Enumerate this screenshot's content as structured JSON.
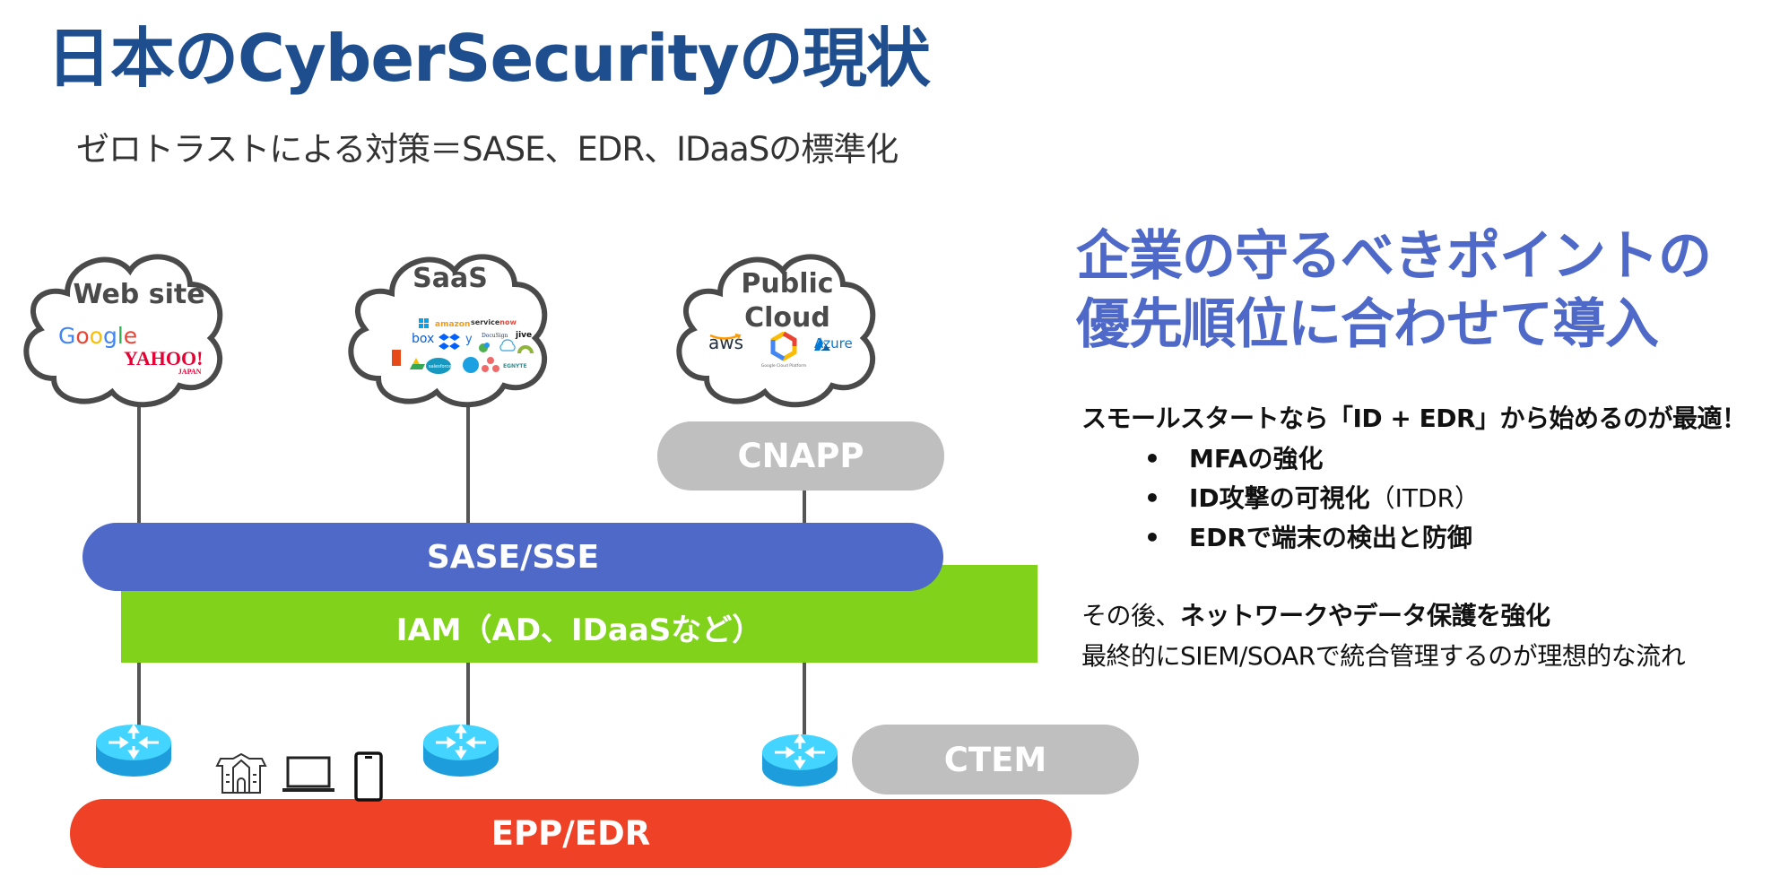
{
  "header": {
    "title": "日本のCyberSecurityの現状",
    "subtitle": "ゼロトラストによる対策＝SASE、EDR、IDaaSの標準化"
  },
  "clouds": [
    {
      "label": "Web site",
      "logos": [
        {
          "name": "Google",
          "text": "Google"
        },
        {
          "name": "Yahoo Japan",
          "text": "YAHOO!",
          "subtext": "JAPAN"
        }
      ]
    },
    {
      "label": "SaaS",
      "logos": [
        {
          "name": "Windows"
        },
        {
          "name": "Amazon Web Services",
          "text": "amazon"
        },
        {
          "name": "ServiceNow",
          "text": "servicenow"
        },
        {
          "name": "Box",
          "text": "box"
        },
        {
          "name": "Dropbox"
        },
        {
          "name": "Yammer",
          "text": "y"
        },
        {
          "name": "DocuSign",
          "text": "DocuSign"
        },
        {
          "name": "Jive",
          "text": "jive"
        },
        {
          "name": "Office 365"
        },
        {
          "name": "Google Drive"
        },
        {
          "name": "Salesforce",
          "text": "salesforce"
        },
        {
          "name": "Concur"
        },
        {
          "name": "Asana"
        },
        {
          "name": "Egnyte",
          "text": "EGNYTE"
        }
      ]
    },
    {
      "label_lines": [
        "Public",
        "Cloud"
      ],
      "logos": [
        {
          "name": "AWS",
          "text": "aws"
        },
        {
          "name": "Google Cloud Platform",
          "text": "Google Cloud Platform"
        },
        {
          "name": "Azure",
          "text": "Azure"
        }
      ]
    }
  ],
  "layers": {
    "cnapp": "CNAPP",
    "sase": "SASE/SSE",
    "iam": "IAM（AD、IDaaSなど）",
    "ctem": "CTEM",
    "epp": "EPP/EDR"
  },
  "devices": [
    "building",
    "laptop",
    "smartphone"
  ],
  "colors": {
    "title": "#1f4e8f",
    "accent": "#4f69c9",
    "iam": "#80d21b",
    "epp": "#ef4125",
    "gray_layer": "#bfbfbf",
    "router": "#1e9ddc"
  },
  "right": {
    "heading_lines": [
      "企業の守るべきポイントの",
      "優先順位に合わせて導入"
    ],
    "lead": "スモールスタートなら「ID + EDR」から始めるのが最適！",
    "bullets": [
      {
        "bold": "MFAの強化",
        "normal": ""
      },
      {
        "bold": "ID攻撃の可視化",
        "normal": "（ITDR）"
      },
      {
        "bold": "EDRで端末の検出と防御",
        "normal": ""
      }
    ],
    "after_prefix": "その後、",
    "after_bold": "ネットワークやデータ保護を強化",
    "final": "最終的にSIEM/SOARで統合管理するのが理想的な流れ"
  }
}
